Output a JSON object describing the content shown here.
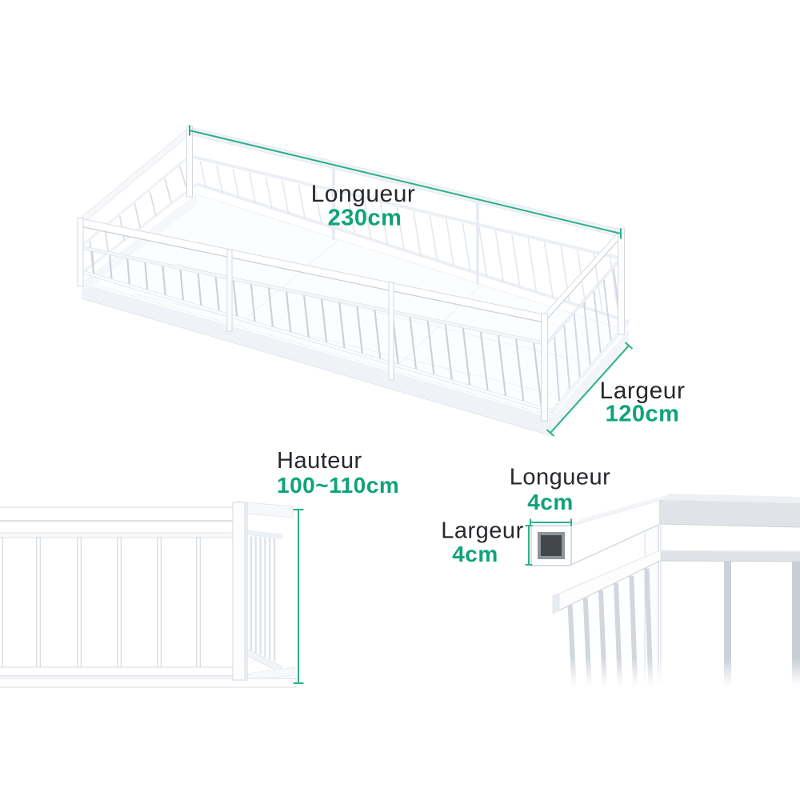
{
  "diagram": {
    "overall": {
      "length_label": "Longueur",
      "length_value": "230cm",
      "width_label": "Largeur",
      "width_value": "120cm",
      "height_label": "Hauteur",
      "height_value": "100~110cm"
    },
    "tube_section": {
      "length_label": "Longueur",
      "length_value": "4cm",
      "width_label": "Largeur",
      "width_value": "4cm"
    },
    "colors": {
      "accent_green_text": "#0fa37a",
      "dimension_line_green": "#2bb289",
      "label_color": "#26282c",
      "railing_white": "#ffffff"
    }
  }
}
